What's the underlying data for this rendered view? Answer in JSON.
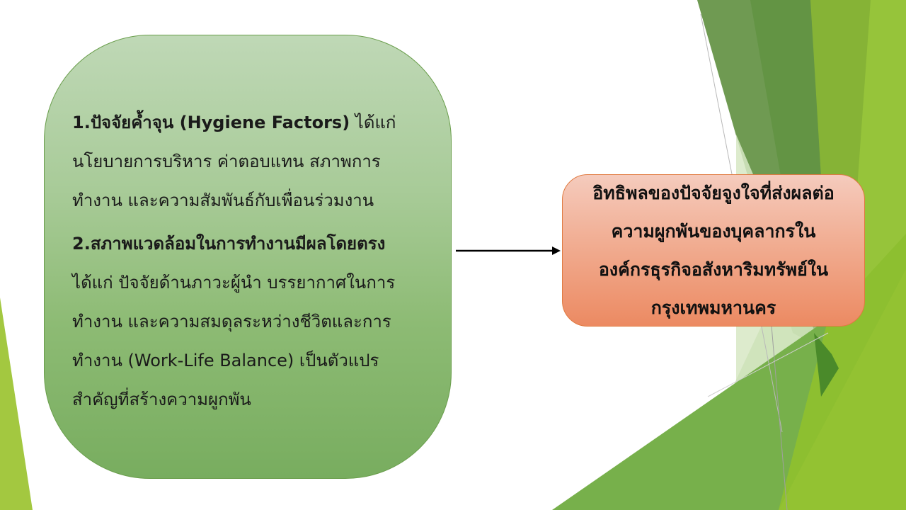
{
  "diagram": {
    "type": "flow",
    "colors": {
      "left_box_top": "#bfd8b6",
      "left_box_bottom": "#78ad5f",
      "left_box_border": "#6a9e4c",
      "right_box_top": "#f5cbbd",
      "right_box_bottom": "#ec8a62",
      "right_box_border": "#e07a40",
      "arrow": "#000000",
      "decor_green_dark": "#5e913f",
      "decor_green_mid": "#6f9a52",
      "decor_green_lime": "#8fc031",
      "decor_green_light": "#d7e8c4"
    },
    "left_box": {
      "para1": {
        "heading": "1.ปัจจัยค้ำจุน (Hygiene Factors)",
        "heading_rest": " ได้แก่",
        "lines": [
          "นโยบายการบริหาร ค่าตอบแทน สภาพการ",
          "ทำงาน และความสัมพันธ์กับเพื่อนร่วมงาน"
        ]
      },
      "para2": {
        "heading": "2.สภาพแวดล้อมในการทำงานมีผลโดยตรง",
        "lines": [
          "ได้แก่ ปัจจัยด้านภาวะผู้นำ บรรยากาศในการ",
          "ทำงาน และความสมดุลระหว่างชีวิตและการ",
          "ทำงาน (Work-Life Balance) เป็นตัวแปร",
          "สำคัญที่สร้างความผูกพัน"
        ]
      }
    },
    "arrow": {
      "direction": "right",
      "from": "left_box",
      "to": "right_box"
    },
    "right_box": {
      "lines": [
        "อิทธิพลของปัจจัยจูงใจที่ส่งผลต่อ",
        "ความผูกพันของบุคลากรใน",
        "องค์กรธุรกิจอสังหาริมทรัพย์ใน",
        "กรุงเทพมหานคร"
      ]
    }
  }
}
